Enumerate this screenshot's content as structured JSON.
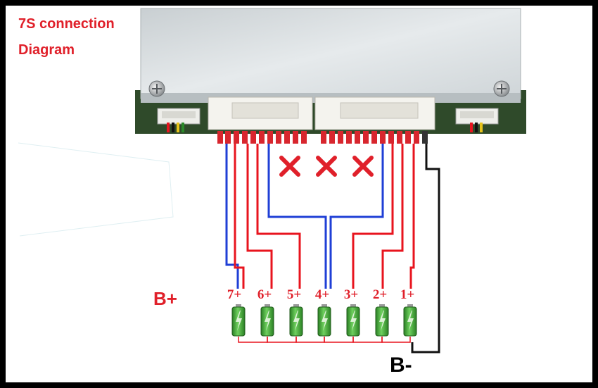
{
  "title": {
    "line1": "7S connection",
    "line2": "Diagram"
  },
  "terminal_labels": {
    "positive": "B+",
    "negative": "B-"
  },
  "cells": [
    {
      "label": "7+",
      "lead": "blue"
    },
    {
      "label": "6+",
      "lead": "red"
    },
    {
      "label": "5+",
      "lead": "red"
    },
    {
      "label": "4+",
      "lead": "blue"
    },
    {
      "label": "3+",
      "lead": "red"
    },
    {
      "label": "2+",
      "lead": "red"
    },
    {
      "label": "1+",
      "lead": "red"
    }
  ],
  "unused_pins_marker": "red-x-icon",
  "colors": {
    "title": "#e0202a",
    "wire_red": "#e8141e",
    "wire_blue": "#1f3fd6",
    "wire_black": "#111111",
    "battery_body": "#3fa834",
    "board": "#dde2e4",
    "pcb": "#2f4a2a"
  }
}
